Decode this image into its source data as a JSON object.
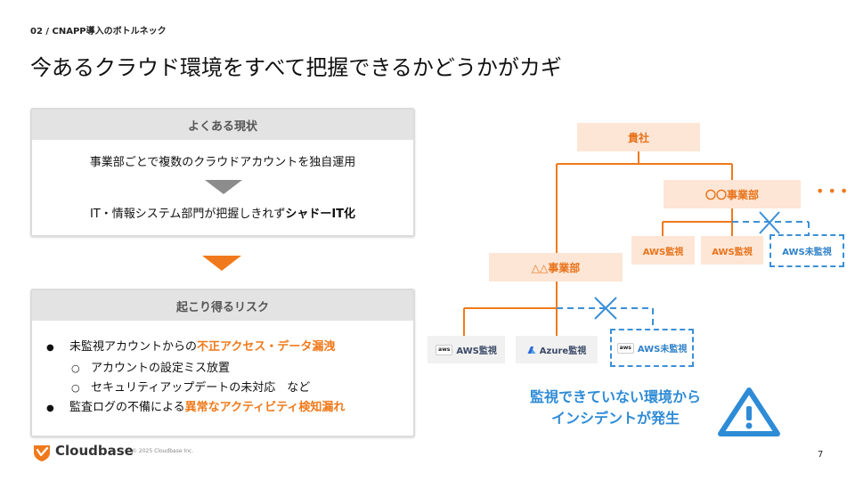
{
  "header": {
    "breadcrumb": "02 / CNAPP導入のボトルネック",
    "title": "今あるクラウド環境をすべて把握できるかどうかがカギ"
  },
  "current_state": {
    "heading": "よくある現状",
    "line1": "事業部ごとで複数のクラウドアカウントを独自運用",
    "line2_prefix": "IT・情報システム部門が把握しきれず",
    "line2_bold": "シャドーIT化"
  },
  "risks": {
    "heading": "起こり得るリスク",
    "bullet": "●",
    "sub_bullet": "○",
    "item1_prefix": "未監視アカウントからの",
    "item1_highlight": "不正アクセス・データ漏洩",
    "sub1": "アカウントの設定ミス放置",
    "sub2": "セキュリティアップデートの未対応　など",
    "item2_prefix": "監査ログの不備による",
    "item2_highlight": "異常なアクティビティ検知漏れ"
  },
  "org_chart": {
    "root": "貴社",
    "dept_a": "〇〇事業部",
    "dept_b": "△△事業部",
    "more": "•••",
    "aws_badge": "aws",
    "dept_a_accounts": [
      "AWS監視",
      "AWS監視"
    ],
    "dept_a_unmonitored": "AWS未監視",
    "dept_b_accounts": [
      "AWS監視",
      "Azure監視"
    ],
    "dept_b_unmonitored": "AWS未監視"
  },
  "alert": {
    "line1": "監視できていない環境から",
    "line2": "インシデントが発生"
  },
  "footer": {
    "brand": "Cloudbase",
    "copyright": "© 2025 Cloudbase Inc.",
    "page_number": "7"
  },
  "colors": {
    "accent_orange": "#f07a1b",
    "org_fill": "#fde6d5",
    "alert_blue": "#2e8bd6"
  }
}
